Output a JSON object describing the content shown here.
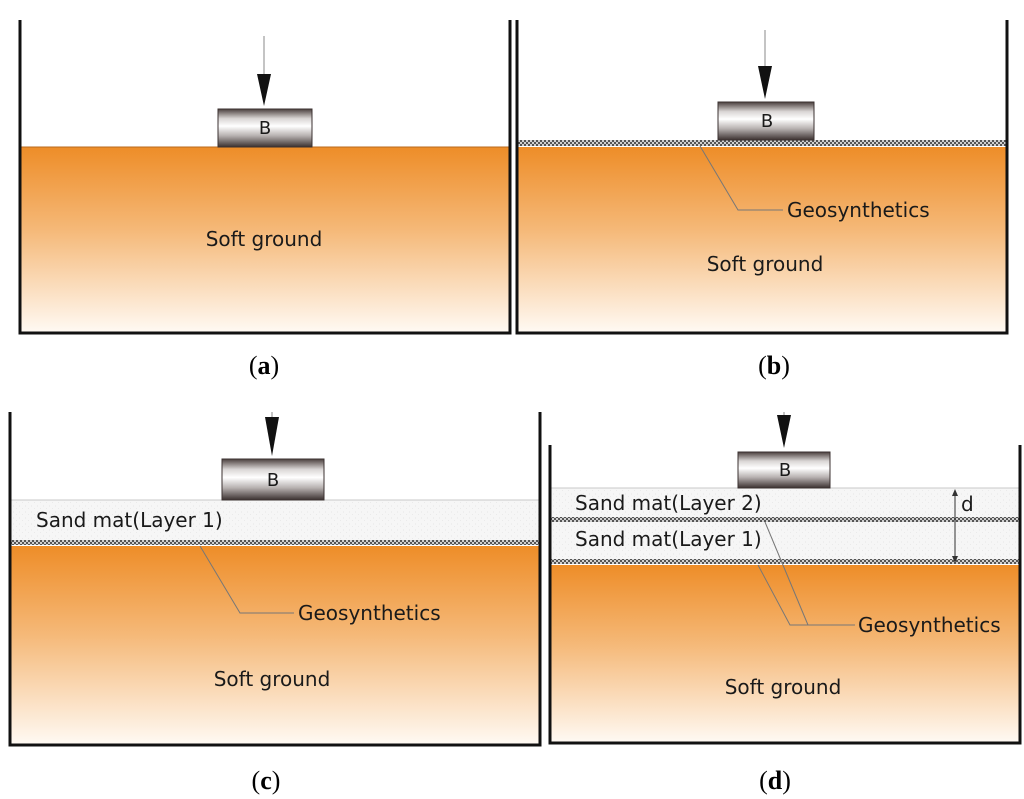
{
  "panels": {
    "a": {
      "caption_letter": "a",
      "footing_label": "B",
      "ground_label": "Soft ground"
    },
    "b": {
      "caption_letter": "b",
      "footing_label": "B",
      "geosynthetics_label": "Geosynthetics",
      "ground_label": "Soft ground"
    },
    "c": {
      "caption_letter": "c",
      "footing_label": "B",
      "sand_mat_label": "Sand mat(Layer 1)",
      "geosynthetics_label": "Geosynthetics",
      "ground_label": "Soft ground"
    },
    "d": {
      "caption_letter": "d",
      "footing_label": "B",
      "sand_mat_2_label": "Sand mat(Layer 2)",
      "sand_mat_1_label": "Sand mat(Layer 1)",
      "geosynthetics_label": "Geosynthetics",
      "ground_label": "Soft ground",
      "depth_label": "d"
    }
  },
  "colors": {
    "soil_top": "#ee8d28",
    "soil_bottom": "#fffaf4",
    "sand": "#f5f5f5",
    "wall": "#111111"
  }
}
